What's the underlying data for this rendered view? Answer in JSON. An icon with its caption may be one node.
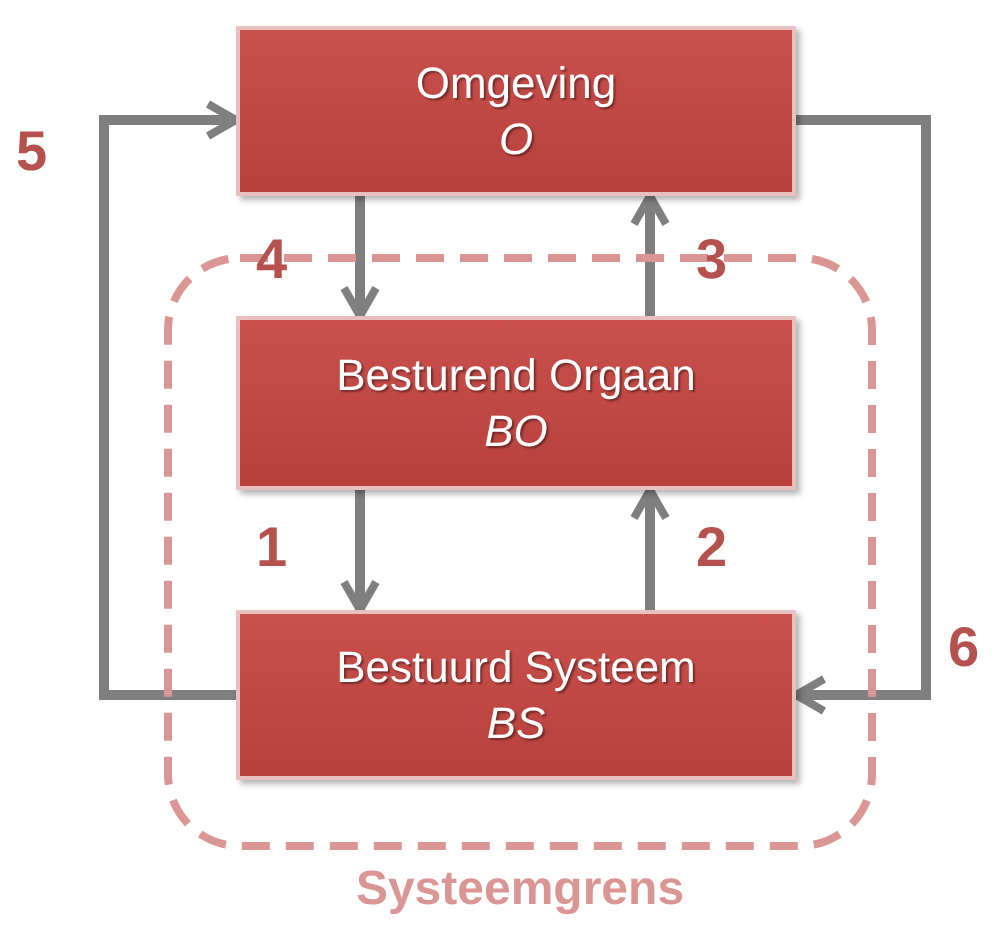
{
  "diagram": {
    "nodes": [
      {
        "text": [
          "Omgeving",
          "O"
        ]
      },
      {
        "text": [
          "Systeemgrens"
        ]
      },
      {
        "text": [
          "Besturend Orgaan",
          "BO"
        ],
        "in": 1
      },
      {
        "text": [
          "Bestuurd Systeem",
          "BS"
        ],
        "in": 1
      }
    ],
    "edges": [
      {
        "from": 0,
        "to": 2,
        "arrow": "to",
        "label": "4"
      },
      {
        "from": 2,
        "to": 0,
        "arrow": "to",
        "label": "3"
      },
      {
        "from": 2,
        "to": 3,
        "arrow": "to",
        "label": "1"
      },
      {
        "from": 3,
        "to": 2,
        "arrow": "to",
        "label": "2"
      },
      {
        "from": 3,
        "to": 0,
        "arrow": "to",
        "label": "5"
      },
      {
        "from": 0,
        "to": 3,
        "arrow": "to",
        "label": "6"
      }
    ]
  }
}
